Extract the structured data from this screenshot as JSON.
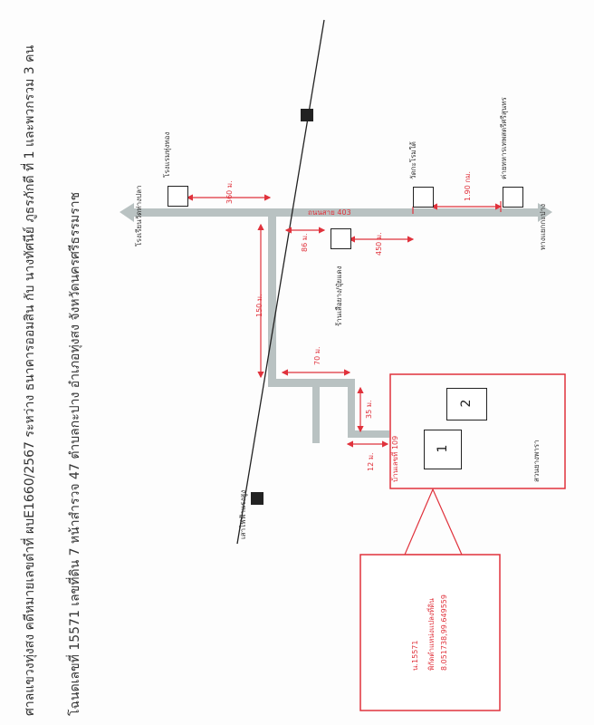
{
  "header": {
    "line1": "ศาลแขวงทุ่งสง คดีหมายเลขดำที่ ผบE1660/2567 ระหว่าง ธนาคารออมสิน กับ นางทัศนีย์ ภูธรภักดี ที่ 1 และพวกรวม 3 คน",
    "line2": "โฉนดเลขที่ 15571 เลขที่ดิน 7 หน้าสำรวจ 47 ตำบลกะปาง อำเภอทุ่งสง จังหวัดนครศรีธรรมราช"
  },
  "road_labels": {
    "road_403": "ถนนสาย 403",
    "to_left": "โรงเรียนวัดท่างปลา",
    "to_right": "ทางแยกกะปาง"
  },
  "landmarks": {
    "temple_left": "โรงแรมทุ่งทอง",
    "temple_mid": "วัดกะโรมใต้",
    "camp": "ค่ายทหารเทพสตรีศรีสุนทร",
    "shop": "ร้านเสือยาง/ปุ๋ยแดง",
    "pole": "เสาไฟฟ้าแรงสูง"
  },
  "distances": {
    "d360": "360 ม.",
    "d190": "1.90 กม.",
    "d86": "86 ม.",
    "d450": "450 ม.",
    "d150": "150 ม.",
    "d70": "70 ม.",
    "d35": "35 ม.",
    "d12": "12 ม."
  },
  "plot": {
    "house_no": "บ้านเลขที่ 109",
    "garden": "สวนยางพารา",
    "building_1": "1",
    "building_2": "2"
  },
  "callout": {
    "deed": "น.15571",
    "coord_title": "พิกัดตำแหน่งแปลงที่ดิน",
    "coords": "8.051738,99.649559"
  },
  "colors": {
    "road": "#b9c2c2",
    "red": "#e0323c",
    "line": "#222222"
  }
}
